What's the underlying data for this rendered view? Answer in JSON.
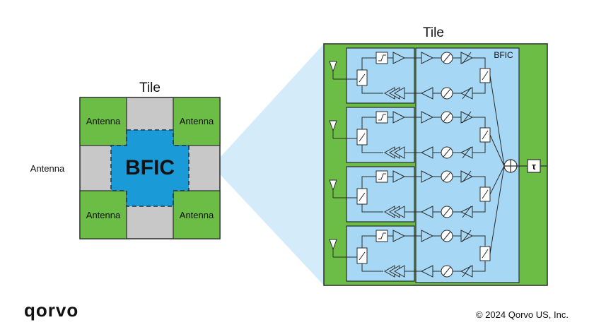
{
  "left_tile": {
    "title": "Tile",
    "side_label": "Antenna",
    "center_label": "BFIC",
    "corner_labels": [
      "Antenna",
      "Antenna",
      "Antenna",
      "Antenna"
    ]
  },
  "right_tile": {
    "title": "Tile",
    "bfic_label": "BFIC",
    "delay_symbol": "τ"
  },
  "footer": {
    "logo": "qorvo",
    "copyright": "© 2024 Qorvo US, Inc."
  },
  "colors": {
    "green": "#6cbd45",
    "gray": "#c8c8c8",
    "bfic_blue": "#1a9bd7",
    "light_blue": "#a6d8f5",
    "beam": "#d4ecfa",
    "stroke": "#2b2b2b"
  }
}
